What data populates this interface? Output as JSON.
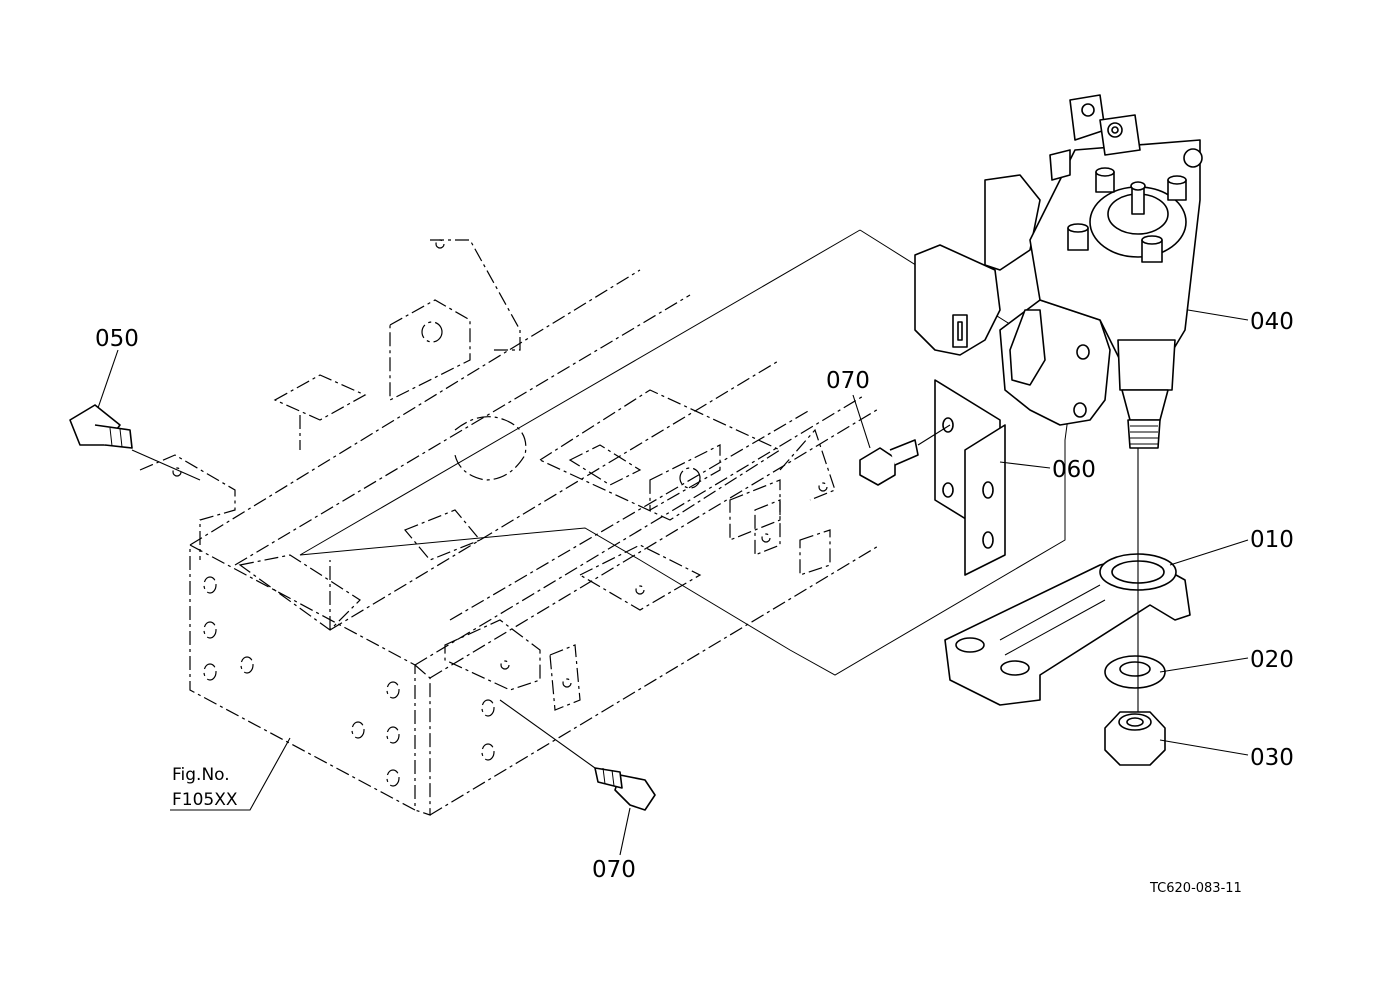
{
  "callouts": {
    "c010": "010",
    "c020": "020",
    "c030": "030",
    "c040": "040",
    "c050": "050",
    "c060": "060",
    "c070_top": "070",
    "c070_bottom": "070"
  },
  "figure_ref": {
    "line1": "Fig.No.",
    "line2": "F105XX"
  },
  "drawing_code": "TC620-083-11"
}
